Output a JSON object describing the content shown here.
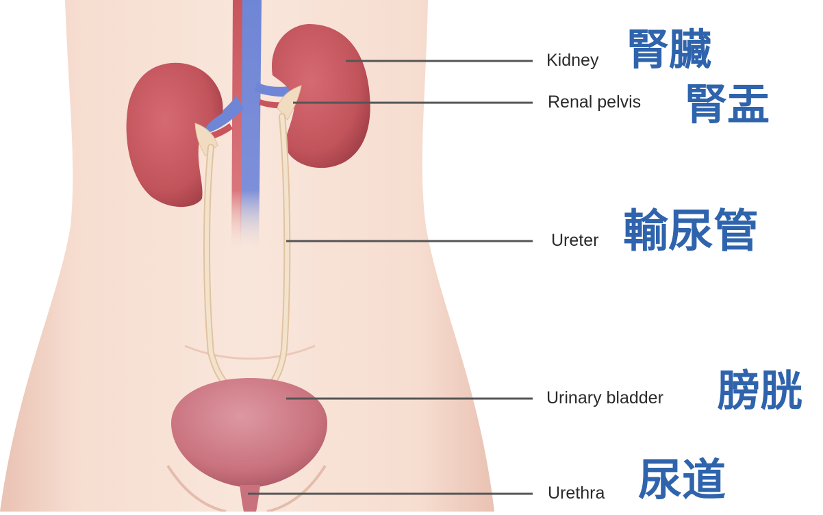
{
  "labels": {
    "kidney": {
      "en": "Kidney",
      "cn": "腎臟"
    },
    "renal_pelvis": {
      "en": "Renal pelvis",
      "cn": "腎盂"
    },
    "ureter": {
      "en": "Ureter",
      "cn": "輸尿管"
    },
    "bladder": {
      "en": "Urinary bladder",
      "cn": "膀胱"
    },
    "urethra": {
      "en": "Urethra",
      "cn": "尿道"
    }
  },
  "colors": {
    "skin": "#f6ddd0",
    "kidney": "#c1535b",
    "vein": "#6f86d6",
    "artery": "#c9555c",
    "ureter": "#f1dcc1",
    "bladder": "#c9727e",
    "leader_line": "#555555",
    "chinese_text": "#2f64ad"
  }
}
